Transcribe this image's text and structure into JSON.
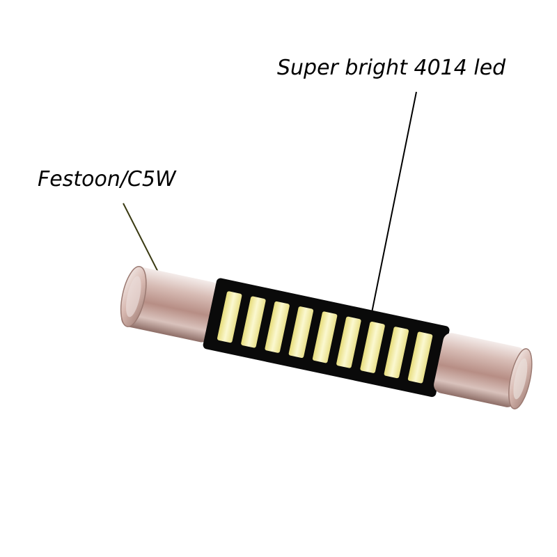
{
  "labels": {
    "festoon": "Festoon/C5W",
    "led": "Super bright 4014 led"
  },
  "product": {
    "led_count": 9,
    "colors": {
      "pcb": "#0a0a0a",
      "led_chip": "#f6f0a8",
      "end_cap": "#c9a79e",
      "leader_festoon": "#3a3a12",
      "leader_led": "#000000"
    }
  }
}
